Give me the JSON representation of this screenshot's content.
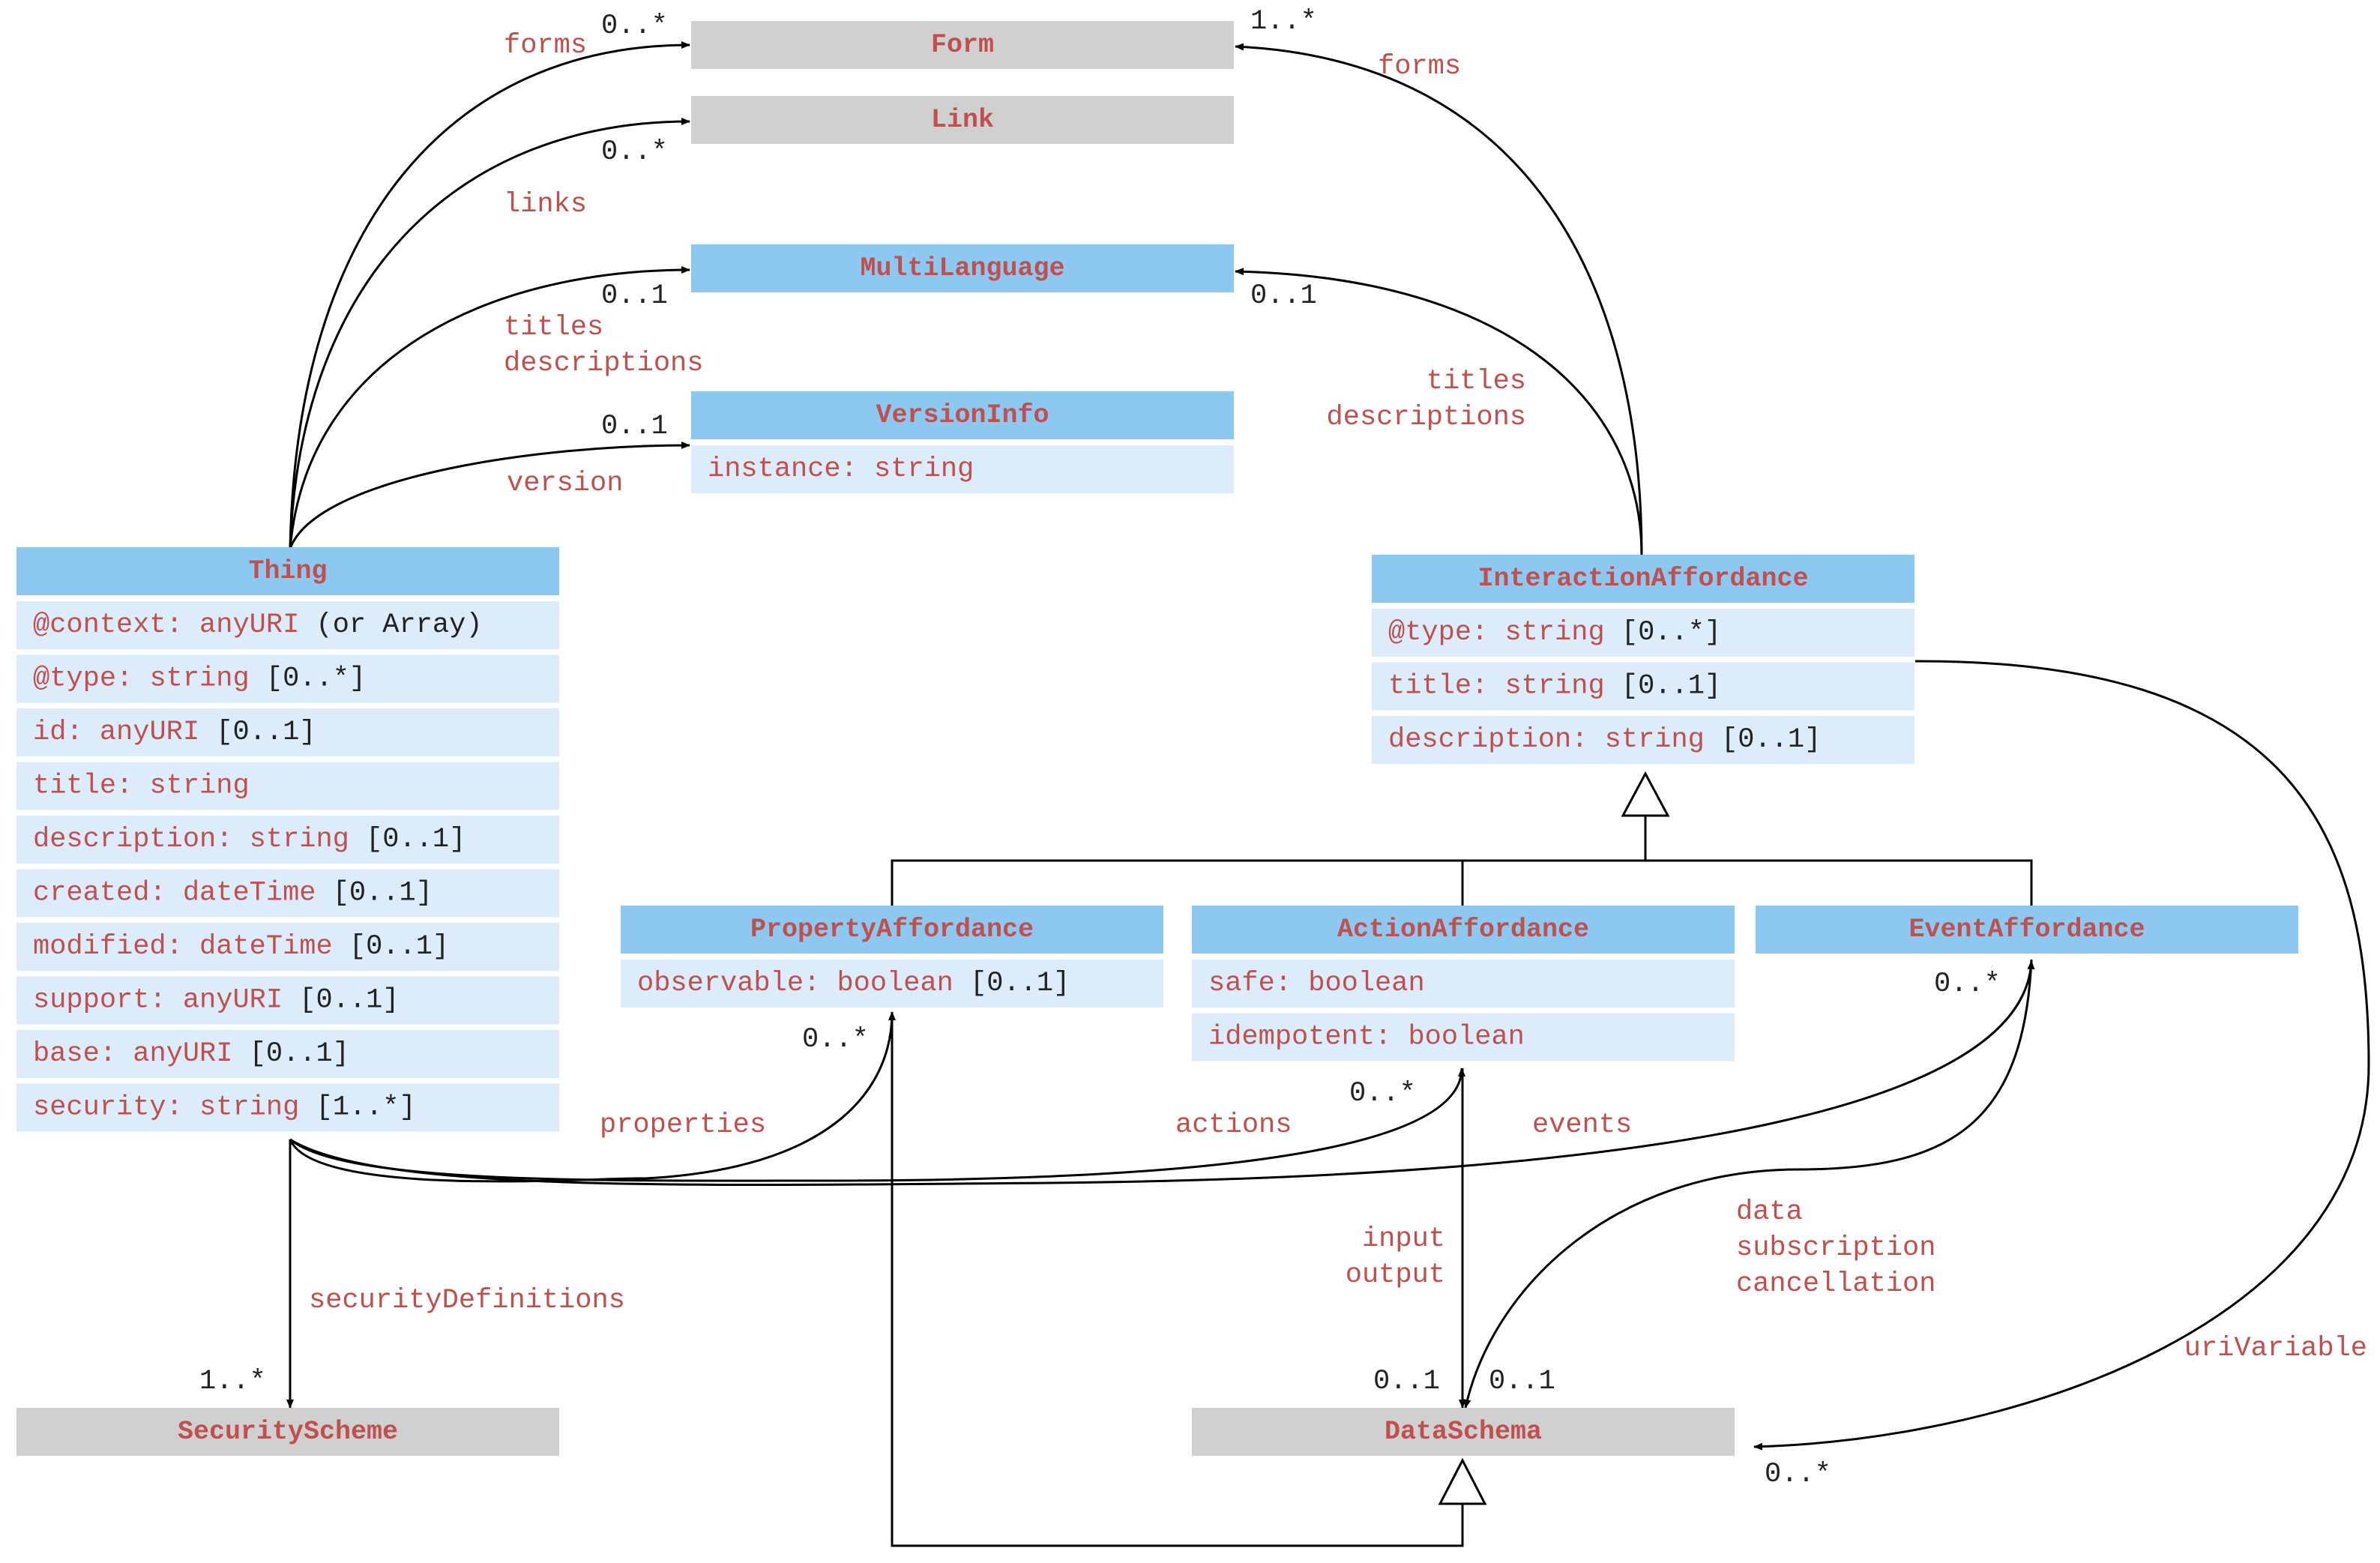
{
  "colors": {
    "header_blue": "#8cc8f0",
    "attribute_row": "#dcecfb",
    "header_gray": "#d0d0d0",
    "name_orange": "#c0504d",
    "type_black": "#222222",
    "line": "#000000"
  },
  "classes": {
    "form": {
      "name": "Form"
    },
    "link": {
      "name": "Link"
    },
    "multilanguage": {
      "name": "MultiLanguage"
    },
    "versioninfo": {
      "name": "VersionInfo",
      "attributes": [
        {
          "name": "instance:",
          "type": "string",
          "card": ""
        }
      ]
    },
    "thing": {
      "name": "Thing",
      "attributes": [
        {
          "name": "@context:",
          "type": "anyURI",
          "card": "(or Array)"
        },
        {
          "name": "@type:",
          "type": "string",
          "card": "[0..*]"
        },
        {
          "name": "id:",
          "type": "anyURI",
          "card": "[0..1]"
        },
        {
          "name": "title:",
          "type": "string",
          "card": ""
        },
        {
          "name": "description:",
          "type": "string",
          "card": "[0..1]"
        },
        {
          "name": "created:",
          "type": "dateTime",
          "card": "[0..1]"
        },
        {
          "name": "modified:",
          "type": "dateTime",
          "card": "[0..1]"
        },
        {
          "name": "support:",
          "type": "anyURI",
          "card": "[0..1]"
        },
        {
          "name": "base:",
          "type": "anyURI",
          "card": "[0..1]"
        },
        {
          "name": "security:",
          "type": "string",
          "card": "[1..*]"
        }
      ]
    },
    "interactionaffordance": {
      "name": "InteractionAffordance",
      "attributes": [
        {
          "name": "@type:",
          "type": "string",
          "card": "[0..*]"
        },
        {
          "name": "title:",
          "type": "string",
          "card": "[0..1]"
        },
        {
          "name": "description:",
          "type": "string",
          "card": "[0..1]"
        }
      ]
    },
    "propertyaffordance": {
      "name": "PropertyAffordance",
      "attributes": [
        {
          "name": "observable:",
          "type": "boolean",
          "card": "[0..1]"
        }
      ]
    },
    "actionaffordance": {
      "name": "ActionAffordance",
      "attributes": [
        {
          "name": "safe:",
          "type": "boolean",
          "card": ""
        },
        {
          "name": "idempotent:",
          "type": "boolean",
          "card": ""
        }
      ]
    },
    "eventaffordance": {
      "name": "EventAffordance"
    },
    "securityscheme": {
      "name": "SecurityScheme"
    },
    "dataschema": {
      "name": "DataSchema"
    }
  },
  "edge_labels": {
    "thing_forms": "forms",
    "thing_links": "links",
    "thing_titles": "titles",
    "thing_descriptions": "descriptions",
    "thing_version": "version",
    "ia_forms": "forms",
    "ia_titles": "titles",
    "ia_descriptions": "descriptions",
    "properties": "properties",
    "actions": "actions",
    "events": "events",
    "security_definitions": "securityDefinitions",
    "input": "input",
    "output": "output",
    "data": "data",
    "subscription": "subscription",
    "cancellation": "cancellation",
    "uri_variable": "uriVariable"
  },
  "multiplicities": {
    "thing_forms": "0..*",
    "thing_links": "0..*",
    "thing_titles": "0..1",
    "thing_version": "0..1",
    "ia_forms": "1..*",
    "ia_titles": "0..1",
    "properties": "0..*",
    "actions": "0..*",
    "events": "0..*",
    "security_definitions": "1..*",
    "input_output": "0..1",
    "event_data": "0..1",
    "uri_variable": "0..*"
  }
}
